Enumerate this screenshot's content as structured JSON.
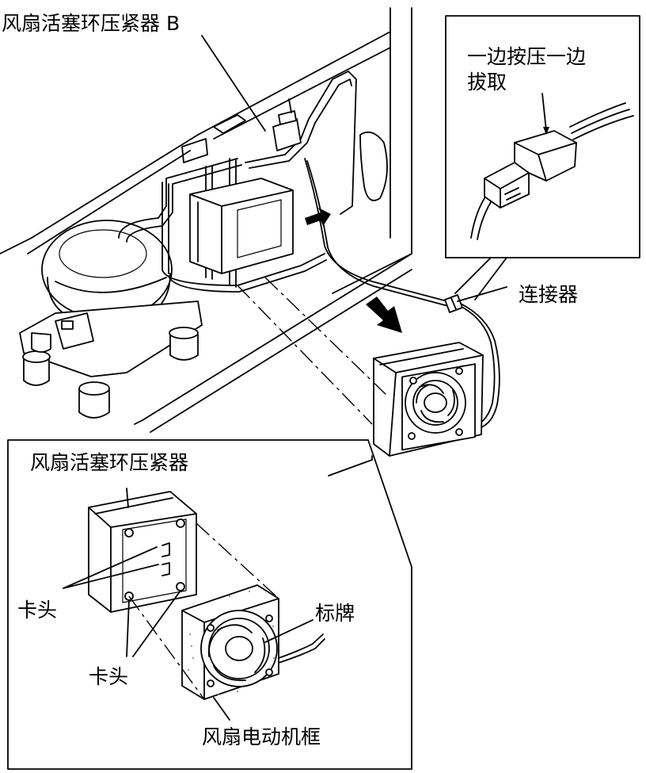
{
  "labels": {
    "top_component": "风扇活塞环压紧器 B",
    "connector_instruction": "一边按压一边\n拔取",
    "connector": "连接器",
    "detail_component": "风扇活塞环压紧器",
    "latch_1": "卡头",
    "latch_2": "卡头",
    "nameplate": "标牌",
    "fan_frame": "风扇电动机框"
  },
  "colors": {
    "line": "#000000",
    "background": "#ffffff"
  }
}
